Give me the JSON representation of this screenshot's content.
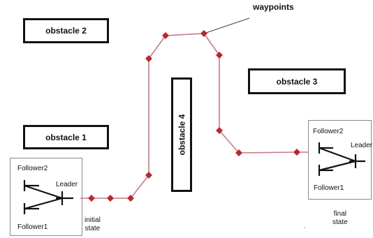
{
  "obstacles": {
    "obstacle1": "obstacle 1",
    "obstacle2": "obstacle 2",
    "obstacle3": "obstacle 3",
    "obstacle4": "obstacle 4"
  },
  "annotation": {
    "waypoints": "waypoints"
  },
  "initial": {
    "state_line1": "initial",
    "state_line2": "state",
    "follower1": "Follower1",
    "follower2": "Follower2",
    "leader": "Leader"
  },
  "final": {
    "state_line1": "final",
    "state_line2": "state",
    "follower1": "Follower1",
    "follower2": "Follower2",
    "leader": "Leader"
  },
  "colors": {
    "path": "#c87a84",
    "waypoint": "#c0242b",
    "obstacle_border": "#111111",
    "frame_border": "#8a8a8a"
  }
}
